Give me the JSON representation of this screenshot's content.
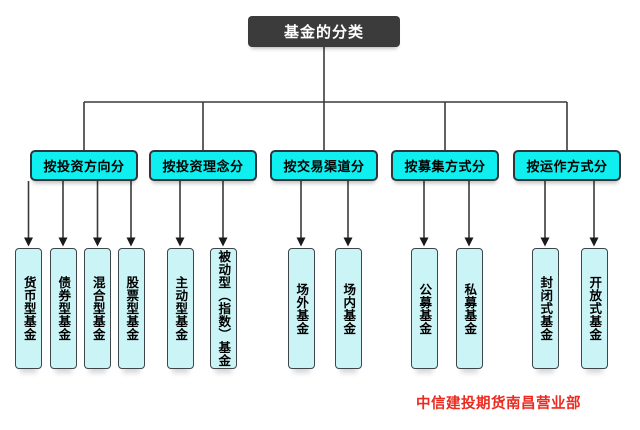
{
  "title": "基金的分类",
  "categories": [
    {
      "label": "按投资方向分",
      "children": [
        "货币型基金",
        "债券型基金",
        "混合型基金",
        "股票型基金"
      ]
    },
    {
      "label": "按投资理念分",
      "children": [
        "主动型基金",
        "被动型（指数）基金"
      ]
    },
    {
      "label": "按交易渠道分",
      "children": [
        "场外基金",
        "场内基金"
      ]
    },
    {
      "label": "按募集方式分",
      "children": [
        "公募基金",
        "私募基金"
      ]
    },
    {
      "label": "按运作方式分",
      "children": [
        "封闭式基金",
        "开放式基金"
      ]
    }
  ],
  "footer": {
    "watermark": "中信建投期货南昌营业部"
  },
  "colors": {
    "title_box_bg": "#3b3b3b",
    "category_box_bg": "#0fefef",
    "leaf_box_bg": "#cbf4f6",
    "connector_line": "#3a3a3a",
    "watermark_text": "#ec2a20"
  }
}
